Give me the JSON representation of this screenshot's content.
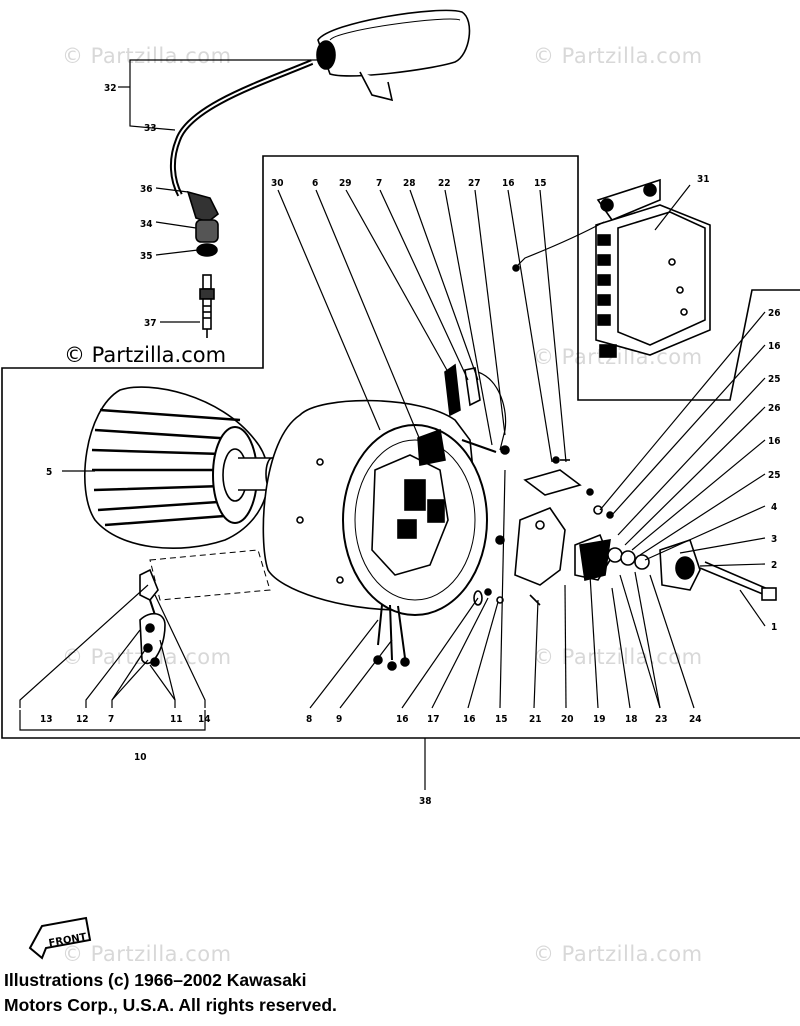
{
  "watermark": {
    "text": "© Partzilla.com"
  },
  "diagram": {
    "callouts": [
      "32",
      "33",
      "36",
      "34",
      "35",
      "37",
      "30",
      "6",
      "29",
      "7",
      "28",
      "22",
      "27",
      "16",
      "15",
      "31",
      "26",
      "16",
      "25",
      "26",
      "16",
      "25",
      "4",
      "3",
      "2",
      "1",
      "5",
      "13",
      "12",
      "7",
      "11",
      "14",
      "10",
      "8",
      "9",
      "16",
      "17",
      "16",
      "15",
      "21",
      "20",
      "19",
      "18",
      "23",
      "24",
      "38"
    ]
  },
  "brand_mark": "© Partzilla.com",
  "front_label": "FRONT",
  "copyright": {
    "line1": "Illustrations (c) 1966–2002 Kawasaki",
    "line2": "Motors Corp., U.S.A.  All rights reserved."
  }
}
